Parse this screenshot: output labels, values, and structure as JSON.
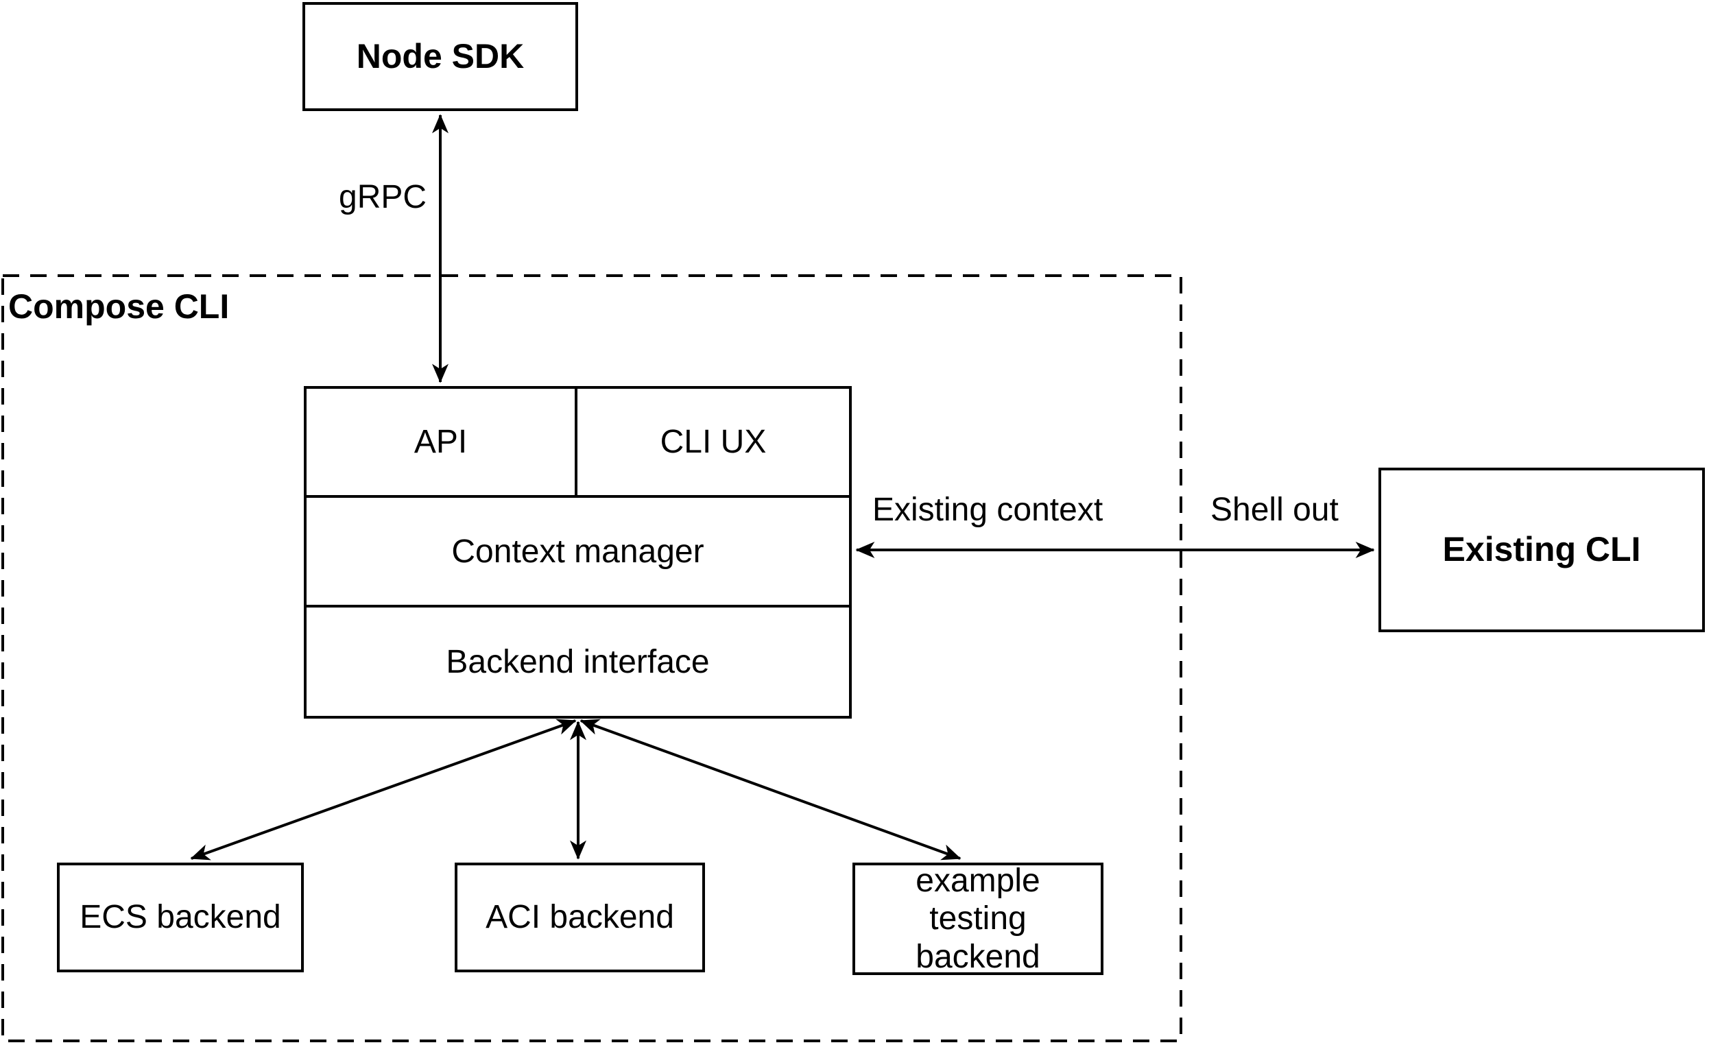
{
  "colors": {
    "background": "#ffffff",
    "stroke": "#000000",
    "text": "#000000"
  },
  "container": {
    "label": "Compose CLI",
    "style": "dashed-border"
  },
  "nodes": {
    "node_sdk": {
      "label": "Node SDK"
    },
    "api": {
      "label": "API"
    },
    "cli_ux": {
      "label": "CLI UX"
    },
    "context_manager": {
      "label": "Context manager"
    },
    "backend_interface": {
      "label": "Backend interface"
    },
    "existing_cli": {
      "label": "Existing CLI"
    },
    "ecs_backend": {
      "label": "ECS backend"
    },
    "aci_backend": {
      "label": "ACI backend"
    },
    "example_testing_backend": {
      "label": "example testing backend"
    }
  },
  "edges": {
    "grpc": {
      "label": "gRPC",
      "from": "Node SDK",
      "to": "API / CLI UX",
      "direction": "bidirectional"
    },
    "existing_context": {
      "label": "Existing context",
      "from": "Context manager",
      "to": "Existing CLI",
      "direction": "bidirectional"
    },
    "shell_out": {
      "label": "Shell out",
      "from": "Context manager",
      "to": "Existing CLI",
      "direction": "bidirectional"
    },
    "backend_to_ecs": {
      "label": "",
      "from": "Backend interface",
      "to": "ECS backend",
      "direction": "bidirectional"
    },
    "backend_to_aci": {
      "label": "",
      "from": "Backend interface",
      "to": "ACI backend",
      "direction": "bidirectional"
    },
    "backend_to_example": {
      "label": "",
      "from": "Backend interface",
      "to": "example testing backend",
      "direction": "bidirectional"
    }
  }
}
